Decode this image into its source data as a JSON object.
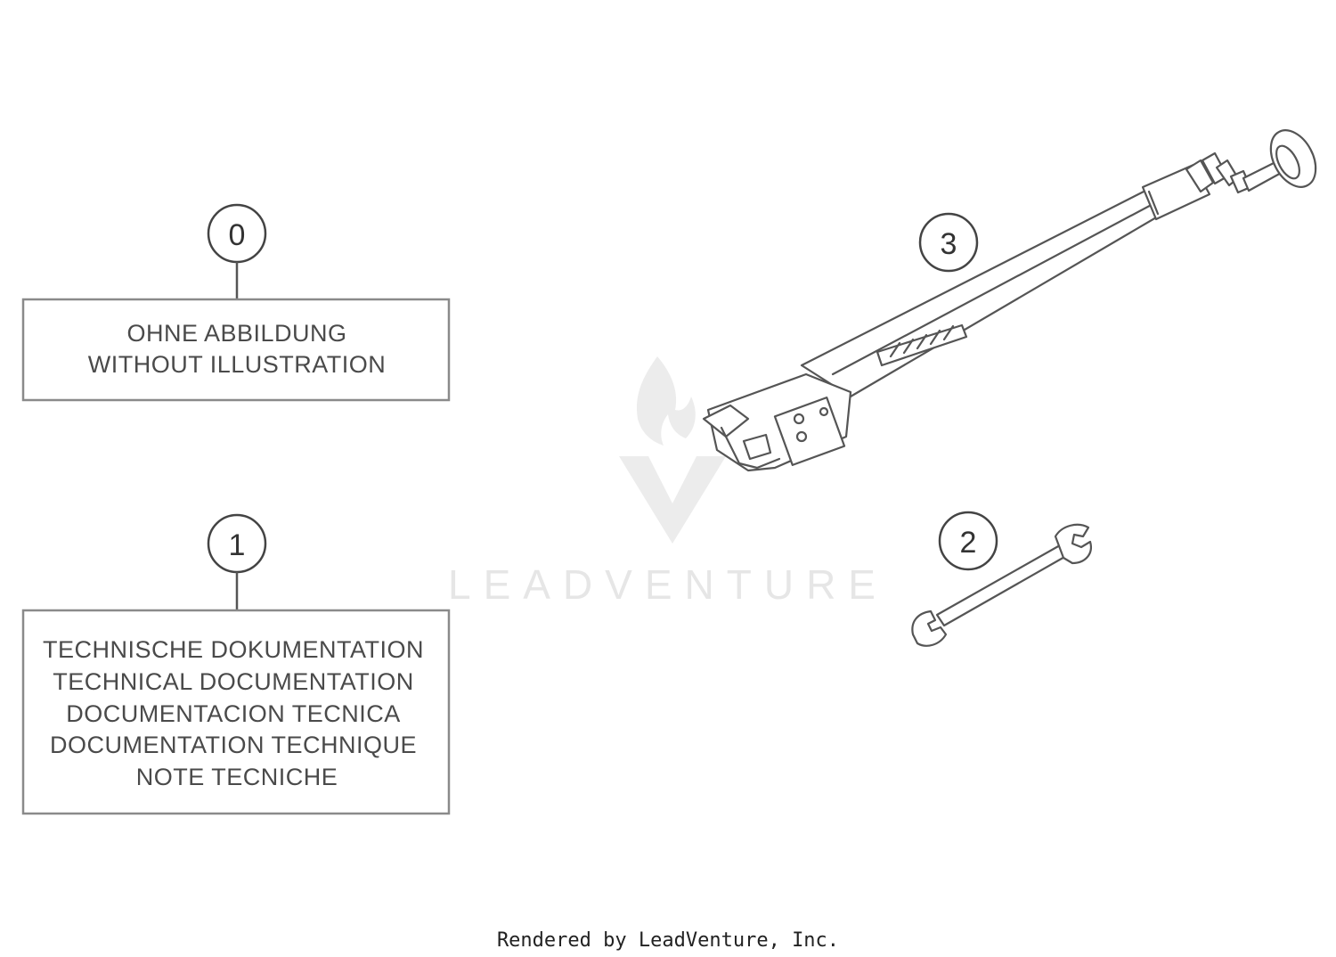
{
  "callouts": {
    "c0": "0",
    "c1": "1",
    "c2": "2",
    "c3": "3"
  },
  "box0": {
    "lines": [
      "OHNE ABBILDUNG",
      "WITHOUT ILLUSTRATION"
    ]
  },
  "box1": {
    "lines": [
      "TECHNISCHE DOKUMENTATION",
      "TECHNICAL DOCUMENTATION",
      "DOCUMENTACION TECNICA",
      "DOCUMENTATION TECHNIQUE",
      "NOTE TECNICHE"
    ]
  },
  "watermark": {
    "text": "LEADVENTURE"
  },
  "footer": {
    "text": "Rendered by LeadVenture, Inc."
  },
  "colors": {
    "line": "#555555",
    "box_border": "#8a8a8a",
    "watermark": "#e6e6e6"
  },
  "icons": [
    "flame-v-logo",
    "kickstand-drawing",
    "open-end-wrench-drawing"
  ]
}
